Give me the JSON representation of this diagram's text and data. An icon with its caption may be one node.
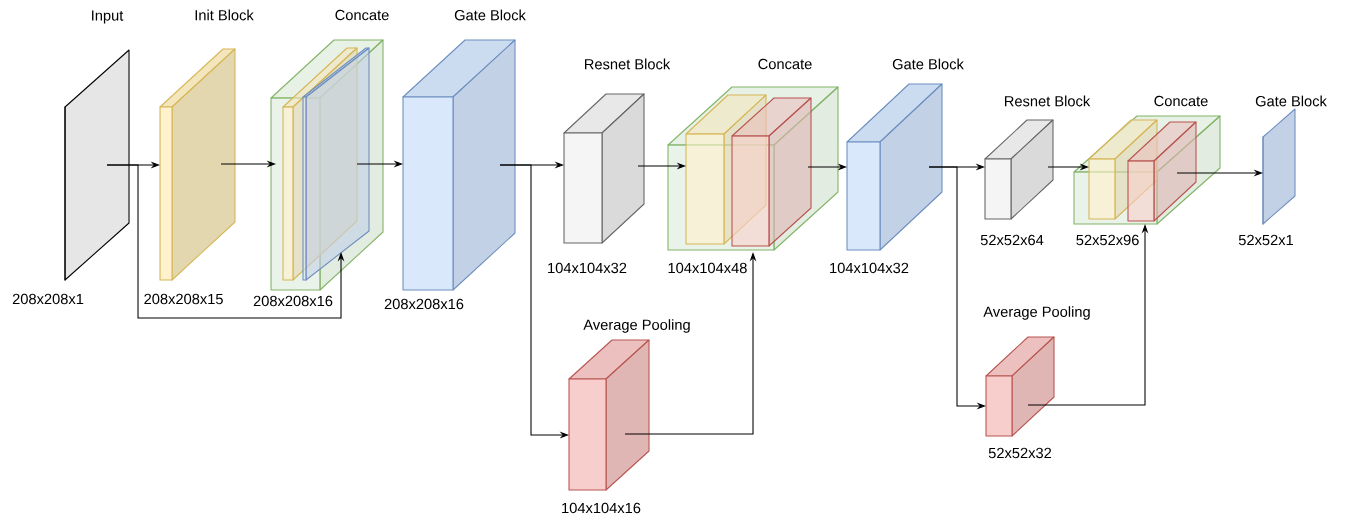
{
  "diagram": {
    "nodes": [
      {
        "text": [
          "Input"
        ],
        "beside": [
          "208x208x1"
        ]
      },
      {
        "text": [
          "Init Block"
        ],
        "beside": [
          "208x208x15"
        ]
      },
      {
        "text": [
          "Concate"
        ],
        "beside": [
          "208x208x16"
        ]
      },
      {
        "text": [
          "Gate Block"
        ],
        "beside": [
          "208x208x16"
        ]
      },
      {
        "text": [
          "Resnet Block"
        ],
        "beside": [
          "104x104x32"
        ]
      },
      {
        "text": [
          "Average Pooling"
        ],
        "beside": [
          "104x104x16"
        ]
      },
      {
        "text": [
          "Concate"
        ],
        "beside": [
          "104x104x48"
        ]
      },
      {
        "text": [
          "Gate Block"
        ],
        "beside": [
          "104x104x32"
        ]
      },
      {
        "text": [
          "Resnet Block"
        ],
        "beside": [
          "52x52x64"
        ]
      },
      {
        "text": [
          "Average Pooling"
        ],
        "beside": [
          "52x52x32"
        ]
      },
      {
        "text": [
          "Concate"
        ],
        "beside": [
          "52x52x96"
        ]
      },
      {
        "text": [
          "Gate Block"
        ],
        "beside": [
          "52x52x1"
        ]
      }
    ],
    "edges": [
      {
        "from": 0,
        "to": 1,
        "arrow": "to"
      },
      {
        "from": 0,
        "to": 2,
        "arrow": "to"
      },
      {
        "from": 1,
        "to": 2,
        "arrow": "to"
      },
      {
        "from": 2,
        "to": 3,
        "arrow": "to"
      },
      {
        "from": 3,
        "to": 4,
        "arrow": "to"
      },
      {
        "from": 3,
        "to": 5,
        "arrow": "to"
      },
      {
        "from": 4,
        "to": 6,
        "arrow": "to"
      },
      {
        "from": 5,
        "to": 6,
        "arrow": "to"
      },
      {
        "from": 6,
        "to": 7,
        "arrow": "to"
      },
      {
        "from": 7,
        "to": 8,
        "arrow": "to"
      },
      {
        "from": 7,
        "to": 9,
        "arrow": "to"
      },
      {
        "from": 8,
        "to": 10,
        "arrow": "to"
      },
      {
        "from": 9,
        "to": 10,
        "arrow": "to"
      },
      {
        "from": 10,
        "to": 11,
        "arrow": "to"
      }
    ]
  }
}
